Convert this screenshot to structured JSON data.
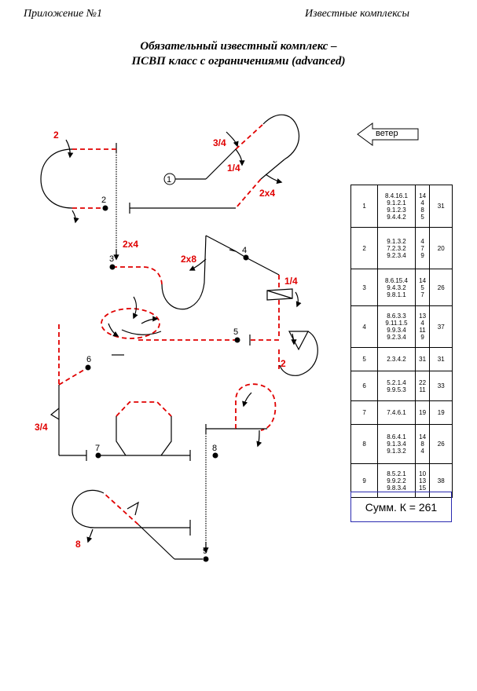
{
  "header": {
    "left": "Приложение №1",
    "right": "Известные комплексы"
  },
  "title": {
    "line1": "Обязательный известный комплекс –",
    "line2": "ПСВП класс с ограничениями (advanced)"
  },
  "wind": {
    "label": "ветер"
  },
  "diagram": {
    "figure_numbers": [
      "1",
      "2",
      "3",
      "4",
      "5",
      "6",
      "7",
      "8",
      "9"
    ],
    "annotations": [
      "2",
      "3/4",
      "1/4",
      "2x4",
      "2x4",
      "2x8",
      "1/4",
      "2",
      "3/4",
      "8"
    ]
  },
  "score_table": {
    "rows": [
      {
        "figure": "1",
        "codes": [
          "8.4.16.1",
          "9.1.2.1",
          "9.1.2.3",
          "9.4.4.2"
        ],
        "k": [
          "14",
          "4",
          "8",
          "5"
        ],
        "total": "31"
      },
      {
        "figure": "2",
        "codes": [
          "9.1.3.2",
          "7.2.3.2",
          "9.2.3.4"
        ],
        "k": [
          "4",
          "7",
          "9"
        ],
        "total": "20"
      },
      {
        "figure": "3",
        "codes": [
          "8.6.15.4",
          "9.4.3.2",
          "9.8.1.1"
        ],
        "k": [
          "14",
          "5",
          "7"
        ],
        "total": "26"
      },
      {
        "figure": "4",
        "codes": [
          "8.6.3.3",
          "9.11.1.5",
          "9.9.3.4",
          "9.2.3.4"
        ],
        "k": [
          "13",
          "4",
          "11",
          "9"
        ],
        "total": "37"
      },
      {
        "figure": "5",
        "codes": [
          "2.3.4.2"
        ],
        "k": [
          "31"
        ],
        "total": "31"
      },
      {
        "figure": "6",
        "codes": [
          "5.2.1.4",
          "9.9.5.3"
        ],
        "k": [
          "22",
          "11"
        ],
        "total": "33"
      },
      {
        "figure": "7",
        "codes": [
          "7.4.6.1"
        ],
        "k": [
          "19"
        ],
        "total": "19"
      },
      {
        "figure": "8",
        "codes": [
          "8.6.4.1",
          "9.1.3.4",
          "9.1.3.2"
        ],
        "k": [
          "14",
          "8",
          "4"
        ],
        "total": "26"
      },
      {
        "figure": "9",
        "codes": [
          "8.5.2.1",
          "9.9.2.2",
          "9.8.3.4"
        ],
        "k": [
          "10",
          "13",
          "15"
        ],
        "total": "38"
      }
    ],
    "sum_label": "Сумм. К = 261"
  }
}
